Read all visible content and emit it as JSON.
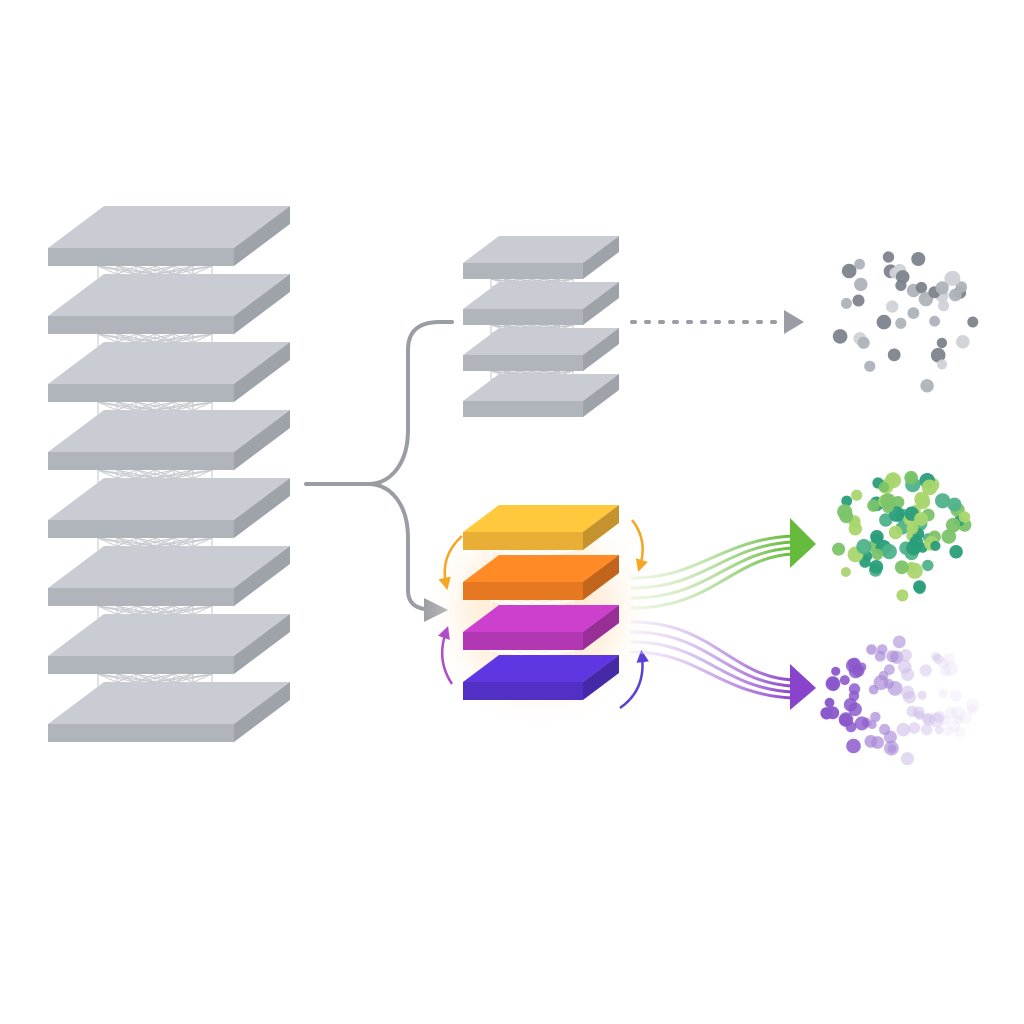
{
  "diagram": {
    "type": "layer-distillation",
    "text_labels": [],
    "colors": {
      "background": "#ffffff",
      "gray_top": "#c9ccd2",
      "gray_front": "#b0b4bb",
      "gray_side": "#9ea3aa",
      "wire": "#c4c7cc",
      "arrow_gray": "#9a9da3",
      "green_start": "#d8ecc4",
      "green_end": "#66bb3c",
      "purple_start": "#eadcf5",
      "purple_end": "#8a44cc",
      "glow": "#ffd9a8"
    },
    "nodes": [
      {
        "id": "teacher-stack",
        "kind": "layer-stack",
        "layers": 8,
        "style": "gray"
      },
      {
        "id": "student-plain",
        "kind": "layer-stack",
        "layers": 4,
        "style": "gray"
      },
      {
        "id": "student-adapted",
        "kind": "layer-stack",
        "layers": 4,
        "style": "colored",
        "layer_colors": [
          "#fdbd3a",
          "#f98224",
          "#c13cc1",
          "#5934d6"
        ]
      },
      {
        "id": "cloud-gray",
        "kind": "point-cloud",
        "palette": [
          "#7d838c",
          "#aeb3ba",
          "#cfd3d8"
        ]
      },
      {
        "id": "cloud-green",
        "kind": "point-cloud",
        "palette": [
          "#2a9d7a",
          "#4fb38a",
          "#7cc36a",
          "#a9d66e"
        ]
      },
      {
        "id": "cloud-purple",
        "kind": "point-cloud",
        "palette": [
          "#8a58cc",
          "#a98ad8",
          "#cdbbe8",
          "#e6dcf3"
        ]
      }
    ],
    "edges": [
      {
        "from": "teacher-stack",
        "to": "student-plain",
        "style": "solid-gray"
      },
      {
        "from": "teacher-stack",
        "to": "student-adapted",
        "style": "solid-gray"
      },
      {
        "from": "student-plain",
        "to": "cloud-gray",
        "style": "dotted-gray"
      },
      {
        "from": "student-adapted",
        "to": "cloud-green",
        "style": "multi-line-green"
      },
      {
        "from": "student-adapted",
        "to": "cloud-purple",
        "style": "multi-line-purple"
      }
    ],
    "feedback_arrows": [
      {
        "side": "left-top",
        "color": "#f5a623"
      },
      {
        "side": "right-top",
        "color": "#f5a623"
      },
      {
        "side": "left-bottom",
        "color": "#b14bc8"
      },
      {
        "side": "right-bottom",
        "color": "#5b3fd6"
      }
    ]
  }
}
